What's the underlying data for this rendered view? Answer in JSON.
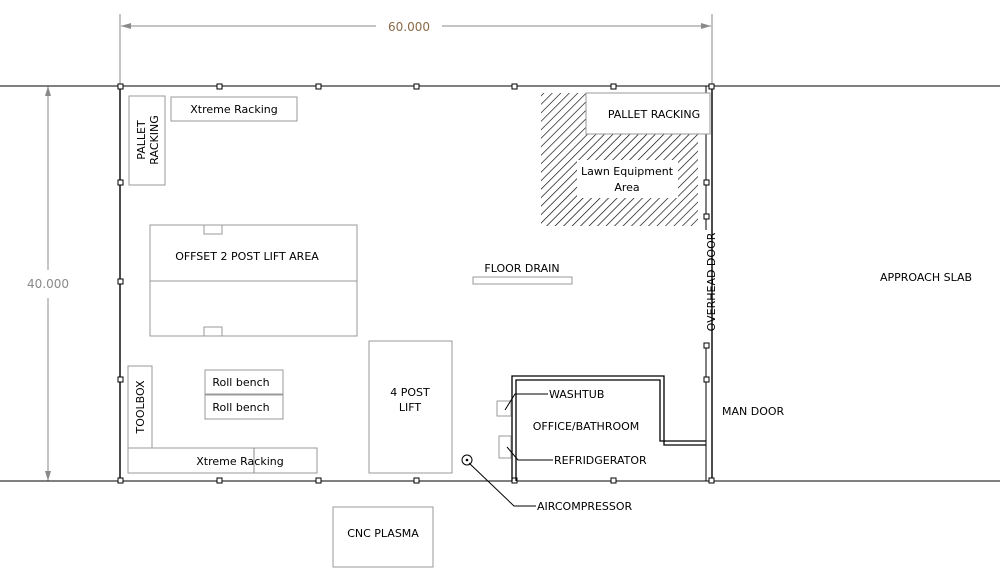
{
  "colors": {
    "dimension_text": "#8a6a48",
    "line": "#000000",
    "light_line": "#9a9a9a"
  },
  "dimensions": {
    "width": "60.000",
    "depth": "40.000"
  },
  "labels": {
    "xtreme_racking_top": "Xtreme Racking",
    "pallet_racking_left": [
      "PALLET",
      "RACKING"
    ],
    "pallet_racking_right": "PALLET RACKING",
    "lawn_equipment": [
      "Lawn Equipment",
      "Area"
    ],
    "offset_lift": "OFFSET 2 POST LIFT AREA",
    "floor_drain": "FLOOR DRAIN",
    "overhead_door": "OVERHEAD DOOR",
    "approach_slab": "APPROACH SLAB",
    "toolbox": "TOOLBOX",
    "roll_bench_1": "Roll bench",
    "roll_bench_2": "Roll bench",
    "four_post_lift": [
      "4 POST",
      "LIFT"
    ],
    "washtub": "WASHTUB",
    "office": "OFFICE/BATHROOM",
    "refrigerator": "REFRIDGERATOR",
    "man_door": "MAN DOOR",
    "xtreme_racking_bottom": "Xtreme Racking",
    "aircompressor": "AIRCOMPRESSOR",
    "cnc_plasma": "CNC PLASMA"
  }
}
